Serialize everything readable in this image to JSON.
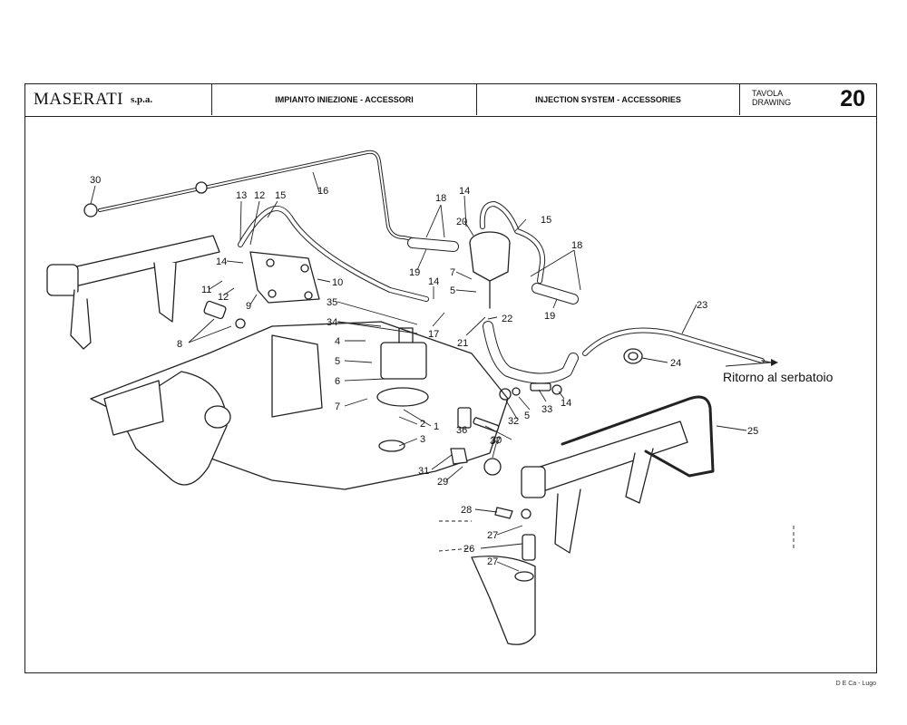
{
  "header": {
    "brand": "MASERATI",
    "brand_suffix": "s.p.a.",
    "title_it": "IMPIANTO INIEZIONE - ACCESSORI",
    "title_en": "INJECTION SYSTEM - ACCESSORIES",
    "tavola_label": "TAVOLA",
    "drawing_label": "DRAWING",
    "drawing_number": "20"
  },
  "annotation": {
    "return_label": "Ritorno al serbatoio"
  },
  "footer": {
    "credit": "D E Ca - Lugo"
  },
  "callouts": [
    "30",
    "16",
    "13",
    "12",
    "15",
    "14",
    "11",
    "12",
    "9",
    "10",
    "35",
    "34",
    "8",
    "4",
    "5",
    "6",
    "7",
    "2",
    "1",
    "3",
    "36",
    "37",
    "18",
    "14",
    "20",
    "15",
    "19",
    "7",
    "5",
    "14",
    "17",
    "21",
    "22",
    "18",
    "19",
    "23",
    "24",
    "32",
    "5",
    "33",
    "14",
    "25",
    "30",
    "31",
    "29",
    "28",
    "27",
    "26",
    "27"
  ]
}
